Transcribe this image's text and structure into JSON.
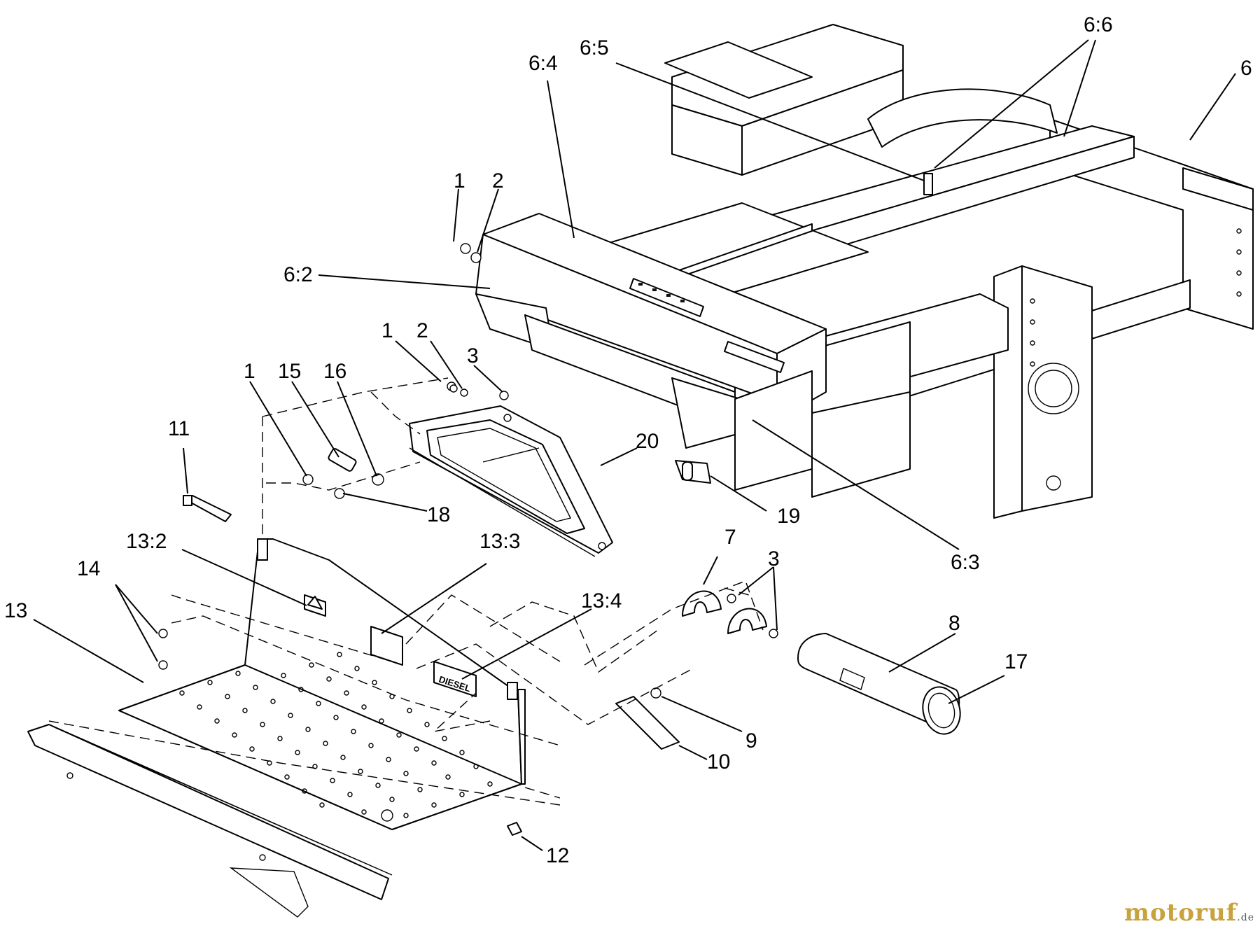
{
  "callouts": [
    {
      "id": "c-6-6",
      "text": "6:6"
    },
    {
      "id": "c-6-5",
      "text": "6:5"
    },
    {
      "id": "c-6-4",
      "text": "6:4"
    },
    {
      "id": "c-6",
      "text": "6"
    },
    {
      "id": "c-1a",
      "text": "1"
    },
    {
      "id": "c-2a",
      "text": "2"
    },
    {
      "id": "c-6-2",
      "text": "6:2"
    },
    {
      "id": "c-1b",
      "text": "1"
    },
    {
      "id": "c-2b",
      "text": "2"
    },
    {
      "id": "c-3a",
      "text": "3"
    },
    {
      "id": "c-1c",
      "text": "1"
    },
    {
      "id": "c-15",
      "text": "15"
    },
    {
      "id": "c-16",
      "text": "16"
    },
    {
      "id": "c-11",
      "text": "11"
    },
    {
      "id": "c-20",
      "text": "20"
    },
    {
      "id": "c-18",
      "text": "18"
    },
    {
      "id": "c-19",
      "text": "19"
    },
    {
      "id": "c-6-3",
      "text": "6:3"
    },
    {
      "id": "c-7",
      "text": "7"
    },
    {
      "id": "c-3b",
      "text": "3"
    },
    {
      "id": "c-13-2",
      "text": "13:2"
    },
    {
      "id": "c-13-3",
      "text": "13:3"
    },
    {
      "id": "c-14",
      "text": "14"
    },
    {
      "id": "c-13-4",
      "text": "13:4"
    },
    {
      "id": "c-13",
      "text": "13"
    },
    {
      "id": "c-8",
      "text": "8"
    },
    {
      "id": "c-17",
      "text": "17"
    },
    {
      "id": "c-9",
      "text": "9"
    },
    {
      "id": "c-10",
      "text": "10"
    },
    {
      "id": "c-12",
      "text": "12"
    }
  ],
  "decal_text": {
    "diesel": "DIESEL"
  },
  "watermark": {
    "name": "motoruf",
    "suffix": ".de"
  }
}
